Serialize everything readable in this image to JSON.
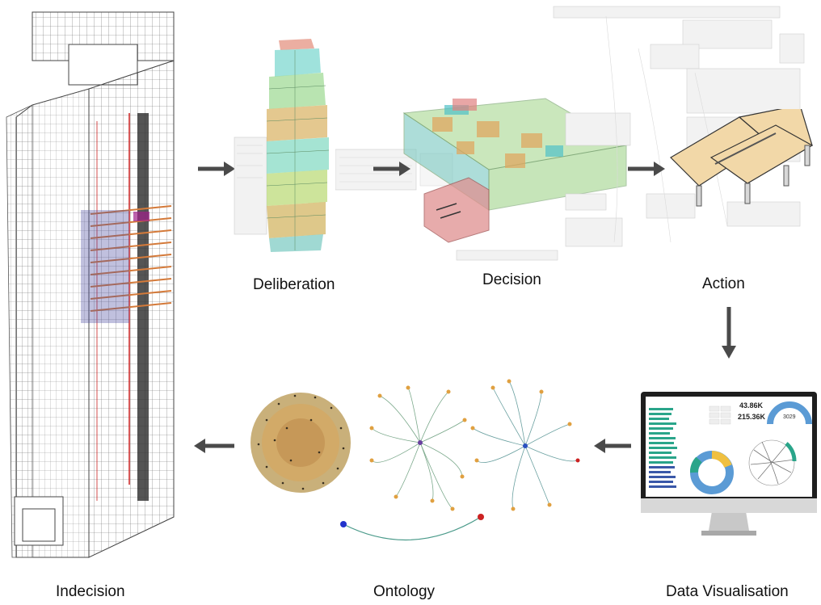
{
  "stages": [
    {
      "label": "Deliberation"
    },
    {
      "label": "Decision"
    },
    {
      "label": "Action"
    },
    {
      "label": "Data Visualisation"
    },
    {
      "label": "Ontology"
    },
    {
      "label": "Indecision"
    }
  ],
  "dashboard": {
    "metric_1": "43.86K",
    "metric_2": "215.36K",
    "gauge_value": "3029"
  },
  "colors": {
    "arrow": "#4a4a4a",
    "building_line": "#555555",
    "table_top": "#f2d8a8",
    "accent_red": "#cc2222",
    "accent_blue": "#2233cc"
  }
}
